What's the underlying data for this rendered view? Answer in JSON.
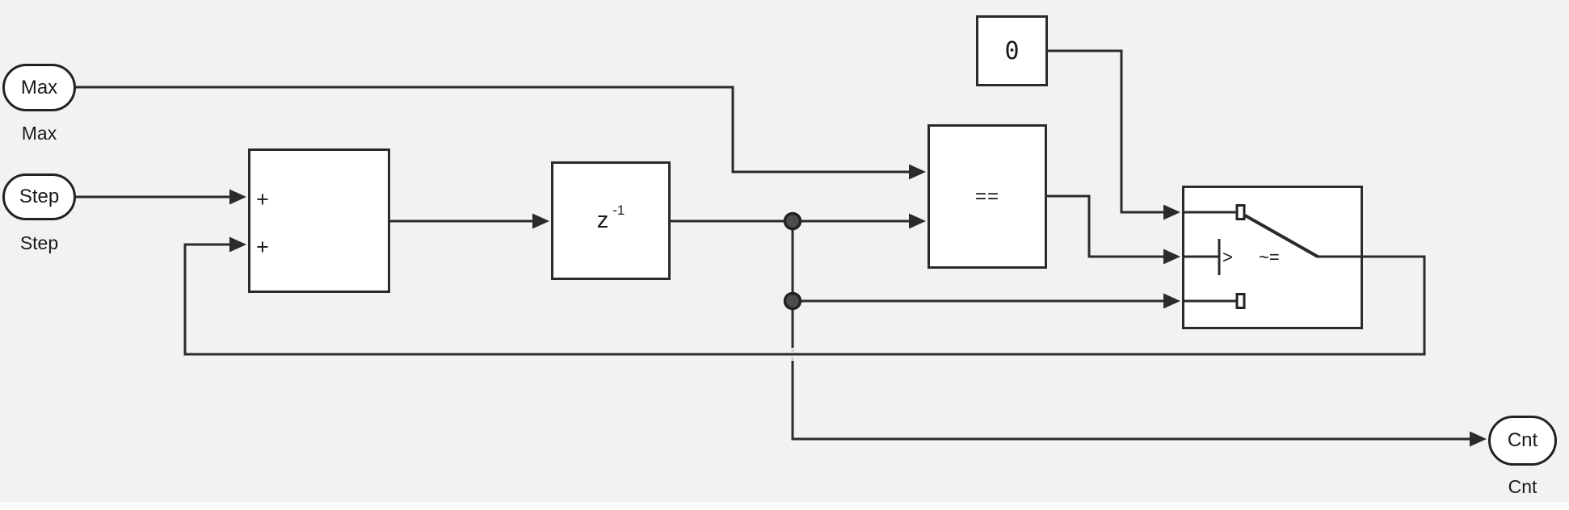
{
  "diagram": {
    "ports": {
      "max": {
        "text": "Max",
        "label": "Max"
      },
      "step": {
        "text": "Step",
        "label": "Step"
      },
      "cnt": {
        "text": "Cnt",
        "label": "Cnt"
      }
    },
    "blocks": {
      "sum": {
        "plus_top": "+",
        "plus_bottom": "+"
      },
      "unit_delay": {
        "base": "z",
        "exponent": "-1"
      },
      "constant": {
        "value": "0"
      },
      "relational": {
        "operator": "=="
      },
      "switch": {
        "criteria_label": "~=",
        "threshold_glyph": ">"
      }
    },
    "colors": {
      "background": "#f2f2f2",
      "block_fill": "#ffffff",
      "stroke": "#2b2b2b",
      "text": "#1a1a1a",
      "junction_fill": "#4d4d4d"
    }
  }
}
